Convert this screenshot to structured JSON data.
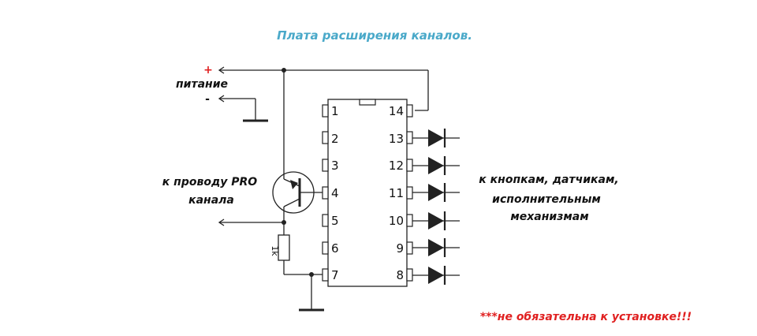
{
  "title": "Плата расширения каналов.",
  "power": {
    "plus": "+",
    "label": "питание",
    "minus": "-"
  },
  "pro_wire": {
    "line1": "к проводу PRO",
    "line2": "канала"
  },
  "resistor": {
    "label": "1k"
  },
  "ic": {
    "left_pins": [
      "1",
      "2",
      "3",
      "4",
      "5",
      "6",
      "7"
    ],
    "right_pins": [
      "14",
      "13",
      "12",
      "11",
      "10",
      "9",
      "8"
    ]
  },
  "outputs": {
    "line1": "к кнопкам, датчикам,",
    "line2": "исполнительным",
    "line3": "механизмам"
  },
  "note": "***не обязательна к установке!!!",
  "colors": {
    "title": "#4aa9c9",
    "note": "#e02020",
    "plus": "#e02020",
    "wire": "#222222"
  }
}
